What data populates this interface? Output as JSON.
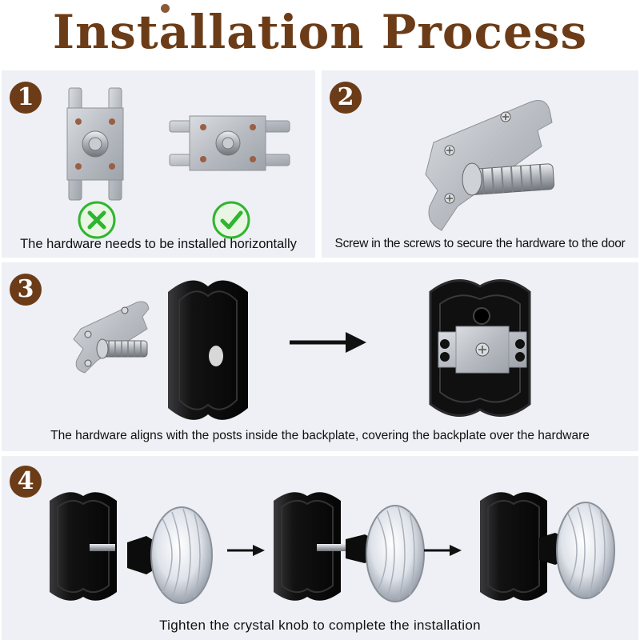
{
  "page": {
    "title": "Installation Process"
  },
  "steps": [
    {
      "number": "1",
      "caption": "The hardware needs to be installed horizontally"
    },
    {
      "number": "2",
      "caption": "Screw in the screws to secure the hardware to the door"
    },
    {
      "number": "3",
      "caption": "The hardware aligns with the posts inside the backplate, covering the backplate over the hardware"
    },
    {
      "number": "4",
      "caption": "Tighten the crystal knob to complete the installation"
    }
  ],
  "colors": {
    "brand": "#6b3c17",
    "panel": "#eef0f5",
    "check": "#2fb52f"
  },
  "icons": {
    "wrong": "cross-circle-icon",
    "right": "check-circle-icon",
    "next": "arrow-right-icon"
  }
}
